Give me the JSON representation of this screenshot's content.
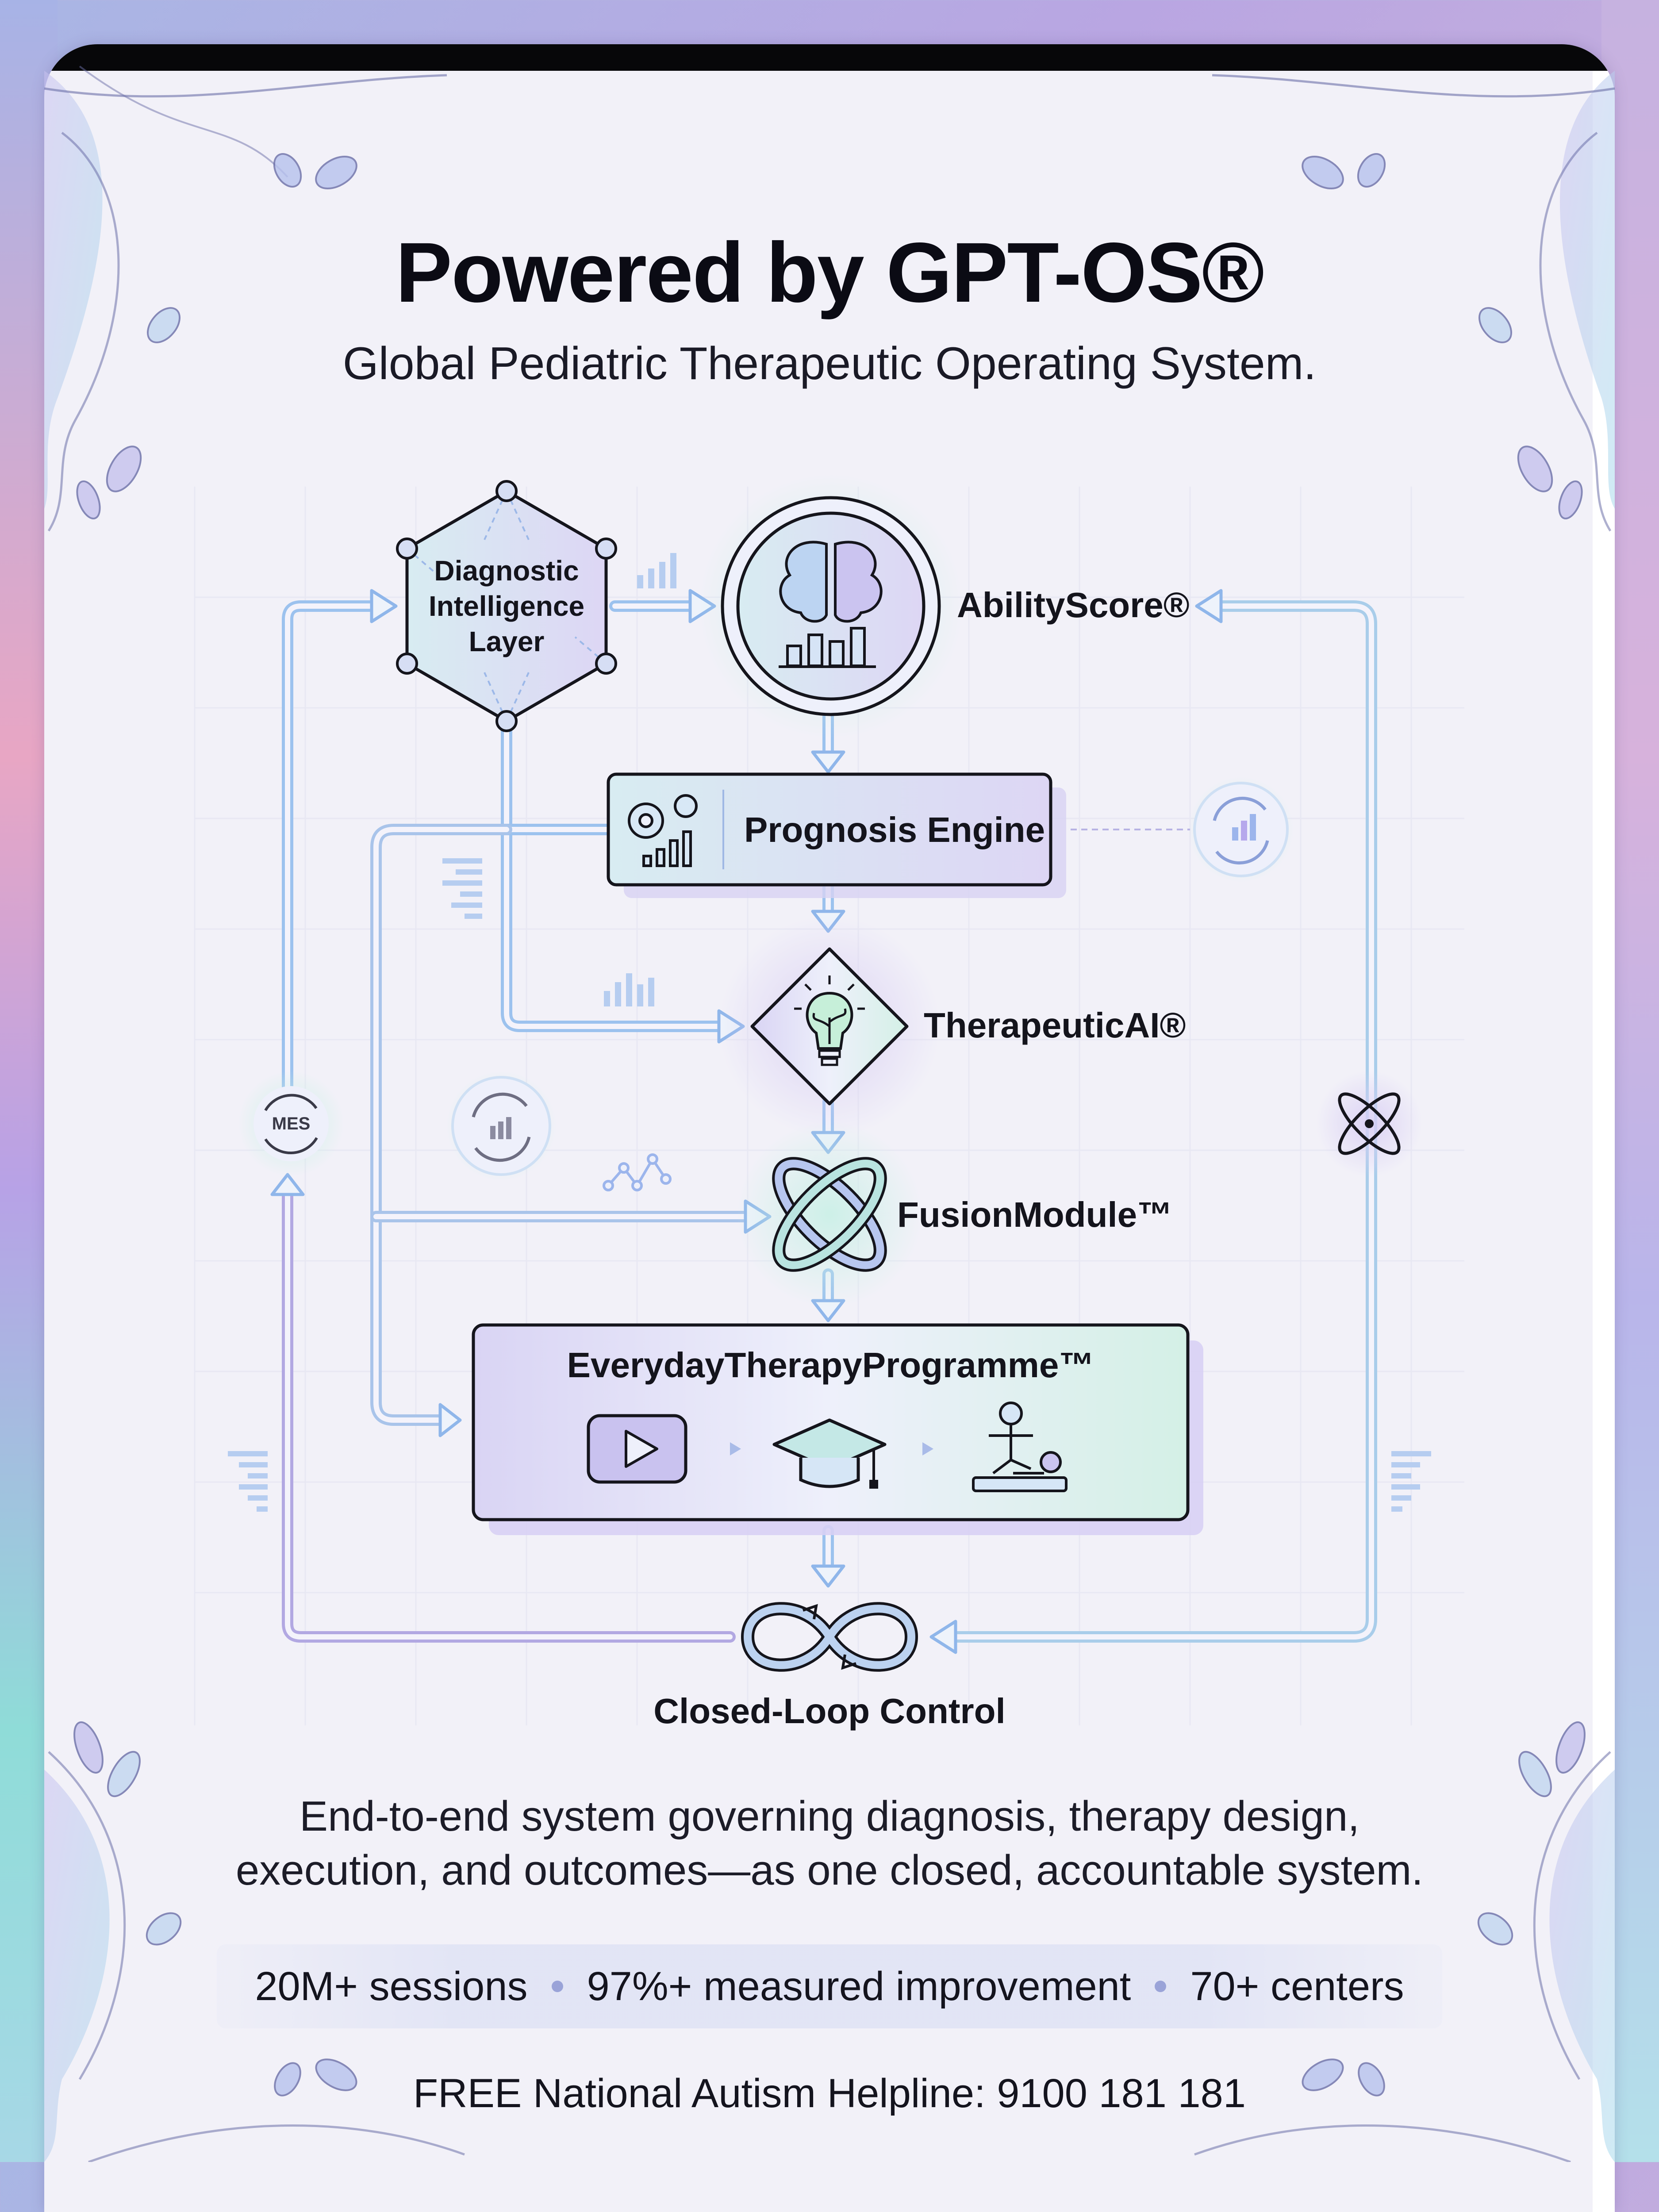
{
  "header": {
    "title": "Powered by GPT-OS®",
    "subtitle": "Global Pediatric Therapeutic Operating System."
  },
  "nodes": {
    "diagnostic": "Diagnostic\nIntelligence\nLayer",
    "ability_score": "AbilityScore®",
    "prognosis": "Prognosis Engine",
    "therapeutic_ai": "TherapeuticAI®",
    "fusion": "FusionModule™",
    "everyday": "EverydayTherapyProgramme™",
    "closed_loop": "Closed-Loop Control",
    "mes_badge": "MES"
  },
  "footer": {
    "tagline_line1": "End-to-end system governing diagnosis, therapy design,",
    "tagline_line2": "execution, and outcomes—as one closed, accountable system.",
    "stats": [
      "20M+ sessions",
      "97%+ measured improvement",
      "70+ centers"
    ],
    "helpline": "FREE National Autism Helpline: 9100 181 181"
  },
  "colors": {
    "flow_blue": "#8fb6ea",
    "flow_lavender": "#b2a8e2",
    "node_outline": "#15151c",
    "card_bg": "#f2f1f8"
  },
  "icons": [
    "brain-chart-icon",
    "gears-chart-icon",
    "lightbulb-plant-icon",
    "atom-knot-icon",
    "video-play-icon",
    "graduation-cap-icon",
    "therapy-session-icon",
    "infinity-loop-icon",
    "cycle-chart-icon"
  ]
}
